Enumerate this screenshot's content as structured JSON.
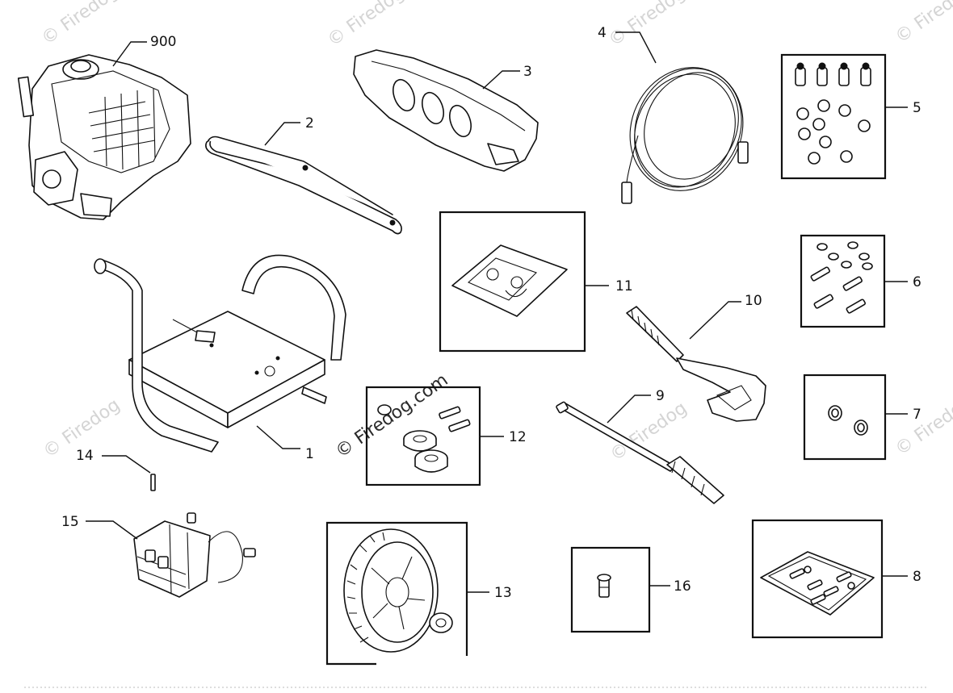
{
  "callouts": {
    "p900": "900",
    "p2": "2",
    "p3": "3",
    "p4": "4",
    "p5": "5",
    "p6": "6",
    "p7": "7",
    "p8": "8",
    "p9": "9",
    "p10": "10",
    "p11": "11",
    "p12": "12",
    "p13": "13",
    "p14": "14",
    "p15": "15",
    "p16": "16",
    "p1": "1"
  },
  "watermark": {
    "text": "© Firedog",
    "center_text": "© Firedog.com"
  },
  "colors": {
    "line": "#111111",
    "watermark": "#d4d4d4",
    "background": "#ffffff"
  }
}
